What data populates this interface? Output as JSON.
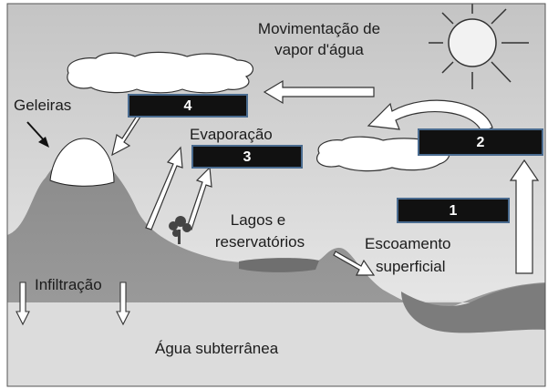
{
  "labels": {
    "vapor_line1": "Movimentação de",
    "vapor_line2": "vapor d'água",
    "glaciers": "Geleiras",
    "evaporation": "Evaporação",
    "lakes_line1": "Lagos e",
    "lakes_line2": "reservatórios",
    "runoff_line1": "Escoamento",
    "runoff_line2": "superficial",
    "infiltration": "Infiltração",
    "groundwater": "Água subterrânea"
  },
  "boxes": {
    "box1": "1",
    "box2": "2",
    "box3": "3",
    "box4": "4"
  },
  "colors": {
    "box_fill": "#111111",
    "box_border": "#4a6b8f",
    "sky_top": "#c9c9c9",
    "sky_bottom": "#eeeeee",
    "terrain": "#8f8f8f",
    "ground": "#dedede"
  },
  "icons": [
    "sun-icon",
    "cloud-icon",
    "tree-icon",
    "arrow-icon"
  ]
}
